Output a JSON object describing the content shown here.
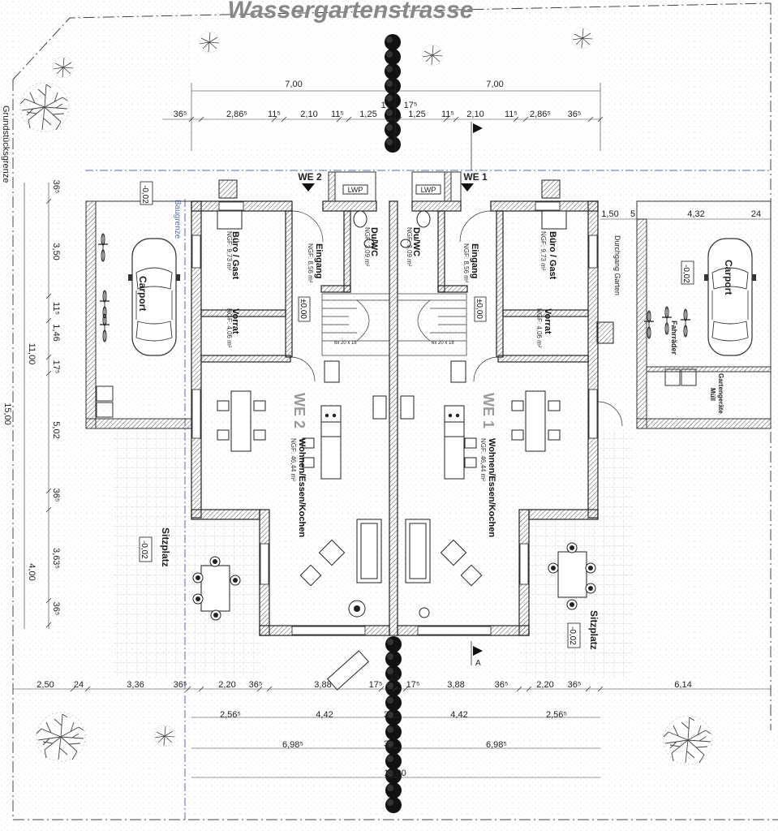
{
  "street": "Wassergartenstrasse",
  "property_line": "Grundstücksgrenze",
  "building_line": "Baugrenze",
  "passage": "Durchgang Garten",
  "lwp": "LWP",
  "units": {
    "we2": {
      "label": "WE 2",
      "big": "WE 2",
      "rooms": [
        {
          "name": "Büro / Gast",
          "area": "NGF: 9,73 m²"
        },
        {
          "name": "Vorrat",
          "area": "NGF: 4,06 m²"
        },
        {
          "name": "Eingang",
          "area": "NGF: 8,56 m²"
        },
        {
          "name": "Du/WC",
          "area": "NGF: 3,09 m²"
        },
        {
          "name": "Wohnen/Essen/Kochen",
          "area": "NGF: 46,44 m²"
        }
      ]
    },
    "we1": {
      "label": "WE 1",
      "big": "WE 1",
      "rooms": [
        {
          "name": "Büro / Gast",
          "area": "NGF: 9,73 m²"
        },
        {
          "name": "Vorrat",
          "area": "NGF: 4,06 m²"
        },
        {
          "name": "Eingang",
          "area": "NGF: 8,56 m²"
        },
        {
          "name": "Du/WC",
          "area": "NGF: 3,09 m²"
        },
        {
          "name": "Wohnen/Essen/Kochen",
          "area": "NGF: 46,44 m²"
        }
      ]
    }
  },
  "carport": "Carport",
  "fahrraeder": "Fahrräder",
  "garten": "Gartengeräte",
  "muell": "Müll",
  "sitzplatz": "Sitzplatz",
  "level_minus": "-0,02",
  "level_zero": "±0,00",
  "section": "A",
  "stair": "6x 20 x 18",
  "dims": {
    "top_half": [
      "7,00",
      "7,00"
    ],
    "top_chain": [
      "36⁵",
      "2,86⁵",
      "11⁵",
      "2,10",
      "11⁵",
      "1,25",
      "17⁵",
      "17⁵",
      "1,25",
      "11⁵",
      "2,10",
      "11⁵",
      "2,86⁵",
      "36⁵"
    ],
    "right_top": [
      "1,50",
      "5",
      "4,32",
      "24"
    ],
    "left_chain": [
      "36⁵",
      "3,50",
      "11⁵",
      "1,46",
      "17⁵",
      "5,02",
      "36⁵",
      "3,63⁵",
      "36⁵"
    ],
    "left_total": [
      "11,00",
      "4,00",
      "15,00"
    ],
    "bottom_chain": [
      "2,50",
      "24",
      "3,36",
      "36⁵",
      "2,20",
      "36⁵",
      "3,88",
      "17⁵",
      "17⁵",
      "3,88",
      "36⁵",
      "2,20",
      "36⁵",
      "6,14"
    ],
    "bottom_2": [
      "2,56⁵",
      "4,42",
      "4,42",
      "2,56⁵"
    ],
    "bottom_3": [
      "6,98⁵",
      "6,98⁵"
    ],
    "bottom_4": "14,00",
    "small_mid": [
      "13",
      "3",
      "3"
    ]
  }
}
